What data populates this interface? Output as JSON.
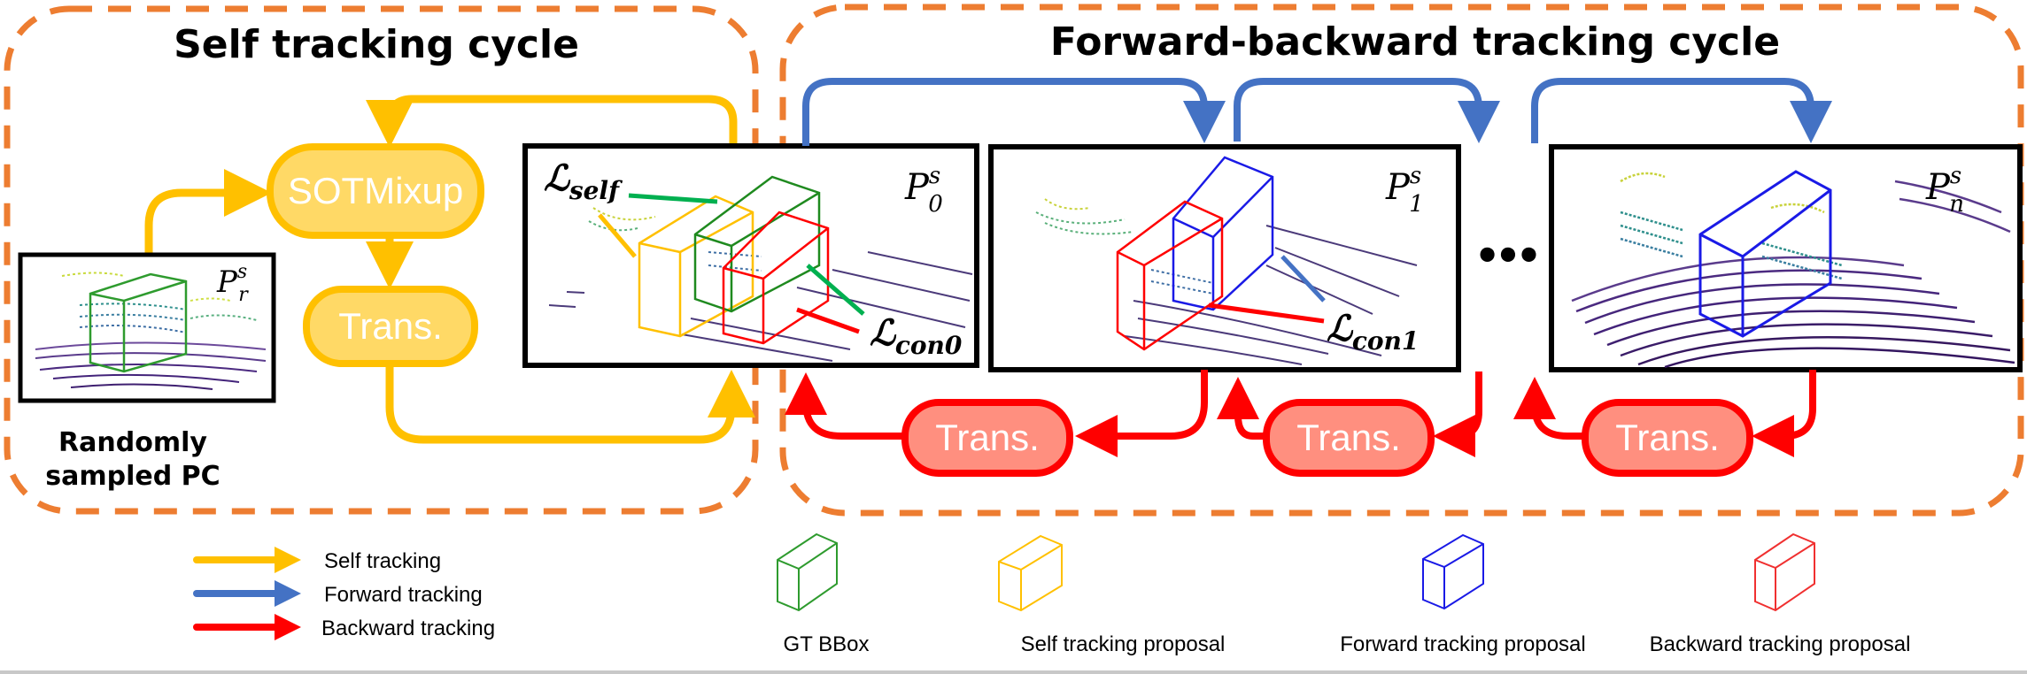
{
  "colors": {
    "region_border": "#ED7D31",
    "self_tracking": "#FFC000",
    "self_node_fill": "#FFD966",
    "forward_tracking": "#4472C4",
    "backward_tracking": "#FF0000",
    "backward_node_fill": "#FF8F7F",
    "gt_bbox": "#2E9B2E",
    "self_proposal": "#FFC000",
    "forward_proposal": "#1A1AE6",
    "backward_proposal": "#F03030"
  },
  "regions": {
    "self_cycle": {
      "title": "Self tracking cycle"
    },
    "fb_cycle": {
      "title": "Forward-backward tracking cycle"
    }
  },
  "nodes": {
    "sotmixup": "SOTMixup",
    "self_trans": "Trans.",
    "back_trans": [
      "Trans.",
      "Trans.",
      "Trans."
    ]
  },
  "frames": {
    "pr": {
      "base": "P",
      "sub": "r",
      "sup": "s"
    },
    "p0": {
      "base": "P",
      "sub": "0",
      "sup": "s"
    },
    "p1": {
      "base": "P",
      "sub": "1",
      "sup": "s"
    },
    "pn": {
      "base": "P",
      "sub": "n",
      "sup": "s"
    }
  },
  "losses": {
    "self": {
      "base": "ℒ",
      "sub": "self"
    },
    "con0": {
      "base": "ℒ",
      "sub": "con0"
    },
    "con1": {
      "base": "ℒ",
      "sub": "con1"
    }
  },
  "caption": {
    "line1": "Randomly",
    "line2": "sampled PC"
  },
  "ellipsis": "•••",
  "legend": {
    "arrows": [
      {
        "label": "Self tracking",
        "color_key": "self_tracking"
      },
      {
        "label": "Forward tracking",
        "color_key": "forward_tracking"
      },
      {
        "label": "Backward tracking",
        "color_key": "backward_tracking"
      }
    ],
    "boxes": [
      {
        "label": "GT BBox",
        "color_key": "gt_bbox"
      },
      {
        "label": "Self tracking proposal",
        "color_key": "self_proposal"
      },
      {
        "label": "Forward tracking proposal",
        "color_key": "forward_proposal"
      },
      {
        "label": "Backward tracking proposal",
        "color_key": "backward_proposal"
      }
    ]
  }
}
